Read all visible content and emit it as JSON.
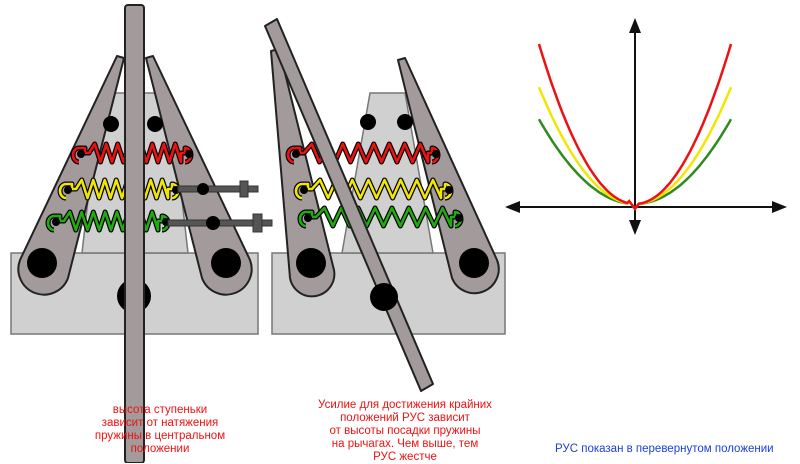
{
  "captions": {
    "step_height": "высота ступеньки\nзависит от натяжения\nпружины в центральном\nположении",
    "force_note": "Усилие для достижения крайних\nположений РУС зависит\nот высоты посадки пружины\nна рычагах. Чем выше, тем\nРУС жестче",
    "inverted_note": "РУС показан в перевернутом положении"
  },
  "colors": {
    "spring_high": "#ee1111",
    "spring_mid": "#f2e600",
    "spring_low": "#22aa11",
    "lever": "#a39a9b",
    "base": "#d0d0d0",
    "rod": "#555555",
    "note_blue": "#1a3fd6"
  },
  "springs": [
    {
      "name": "red",
      "position": "top"
    },
    {
      "name": "yellow",
      "position": "middle"
    },
    {
      "name": "green",
      "position": "bottom"
    }
  ],
  "chart_data": {
    "type": "line",
    "title": "",
    "xlabel": "",
    "ylabel": "",
    "x": [
      -1,
      -0.75,
      -0.5,
      -0.25,
      -0.05,
      0,
      0.05,
      0.25,
      0.5,
      0.75,
      1
    ],
    "series": [
      {
        "name": "red spring (high mount)",
        "color": "#ee1111",
        "values": [
          1.0,
          0.62,
          0.31,
          0.09,
          0.02,
          -0.03,
          0.02,
          0.09,
          0.31,
          0.62,
          1.0
        ]
      },
      {
        "name": "yellow spring (mid mount)",
        "color": "#f2e600",
        "values": [
          0.73,
          0.45,
          0.23,
          0.08,
          0.02,
          -0.03,
          0.02,
          0.08,
          0.23,
          0.45,
          0.73
        ]
      },
      {
        "name": "green spring (low mount)",
        "color": "#2e8b1e",
        "values": [
          0.53,
          0.32,
          0.16,
          0.06,
          0.02,
          -0.03,
          0.02,
          0.06,
          0.16,
          0.32,
          0.53
        ]
      }
    ],
    "xlim": [
      -1.5,
      1.5
    ],
    "ylim": [
      -0.1,
      1.2
    ],
    "grid": false,
    "legend": "none"
  }
}
